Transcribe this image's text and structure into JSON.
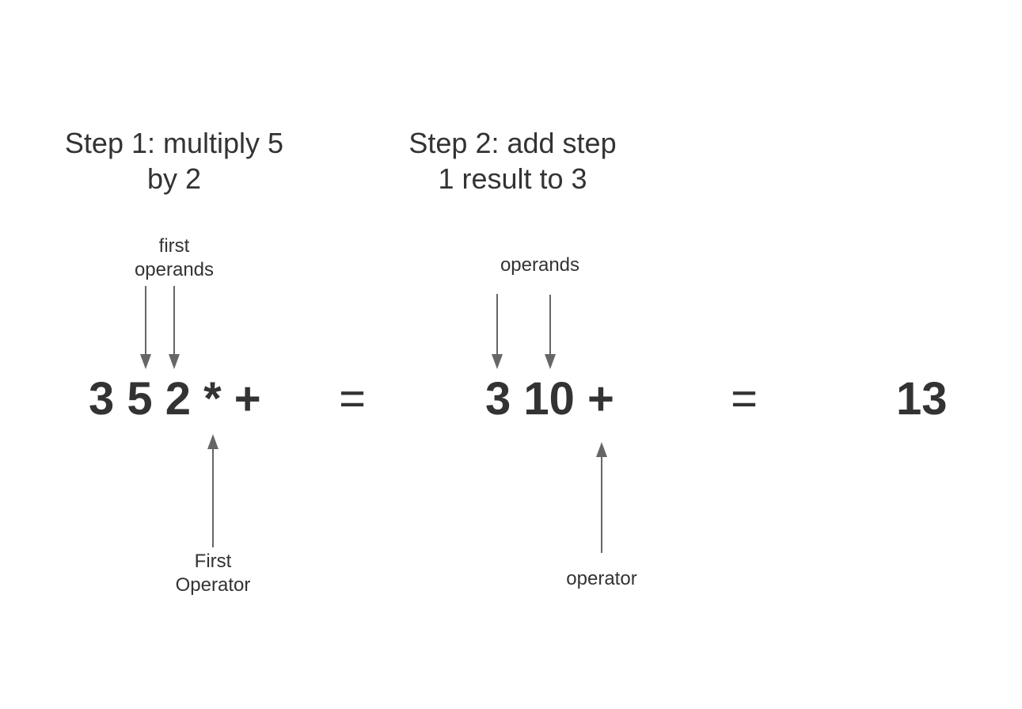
{
  "step1": {
    "title": "Step 1: multiply 5 by 2",
    "operands_label": "first operands",
    "operator_label": "First Operator",
    "expression": "3 5 2 * +"
  },
  "step2": {
    "title": "Step 2: add step 1 result to 3",
    "operands_label": "operands",
    "operator_label": "operator",
    "expression": "3 10 +"
  },
  "equals_sign": "=",
  "result": "13",
  "colors": {
    "text": "#333333",
    "arrow": "#666666"
  }
}
